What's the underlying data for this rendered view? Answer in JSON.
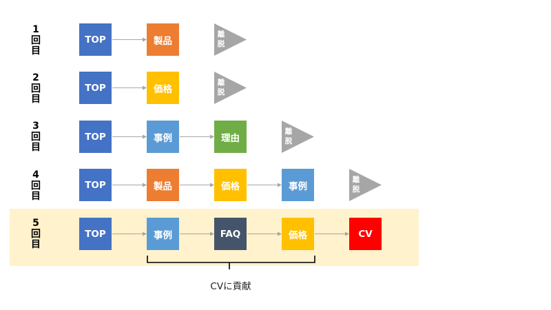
{
  "colors": {
    "top": "#4472c4",
    "product": "#ed7d31",
    "price": "#ffc000",
    "case": "#5b9bd5",
    "reason": "#70ad47",
    "faq": "#44546a",
    "cv": "#ff0000",
    "exit": "#a6a6a6",
    "highlight": "#fff2cc"
  },
  "rows": [
    {
      "label": [
        "1",
        "回",
        "目"
      ],
      "steps": [
        "TOP",
        "製品"
      ],
      "exit": [
        "離",
        "脱"
      ]
    },
    {
      "label": [
        "2",
        "回",
        "目"
      ],
      "steps": [
        "TOP",
        "価格"
      ],
      "exit": [
        "離",
        "脱"
      ]
    },
    {
      "label": [
        "3",
        "回",
        "目"
      ],
      "steps": [
        "TOP",
        "事例",
        "理由"
      ],
      "exit": [
        "離",
        "脱"
      ]
    },
    {
      "label": [
        "4",
        "回",
        "目"
      ],
      "steps": [
        "TOP",
        "製品",
        "価格",
        "事例"
      ],
      "exit": [
        "離",
        "脱"
      ]
    },
    {
      "label": [
        "5",
        "回",
        "目"
      ],
      "steps": [
        "TOP",
        "事例",
        "FAQ",
        "価格",
        "CV"
      ]
    }
  ],
  "bracket_caption": "CVに貢献"
}
